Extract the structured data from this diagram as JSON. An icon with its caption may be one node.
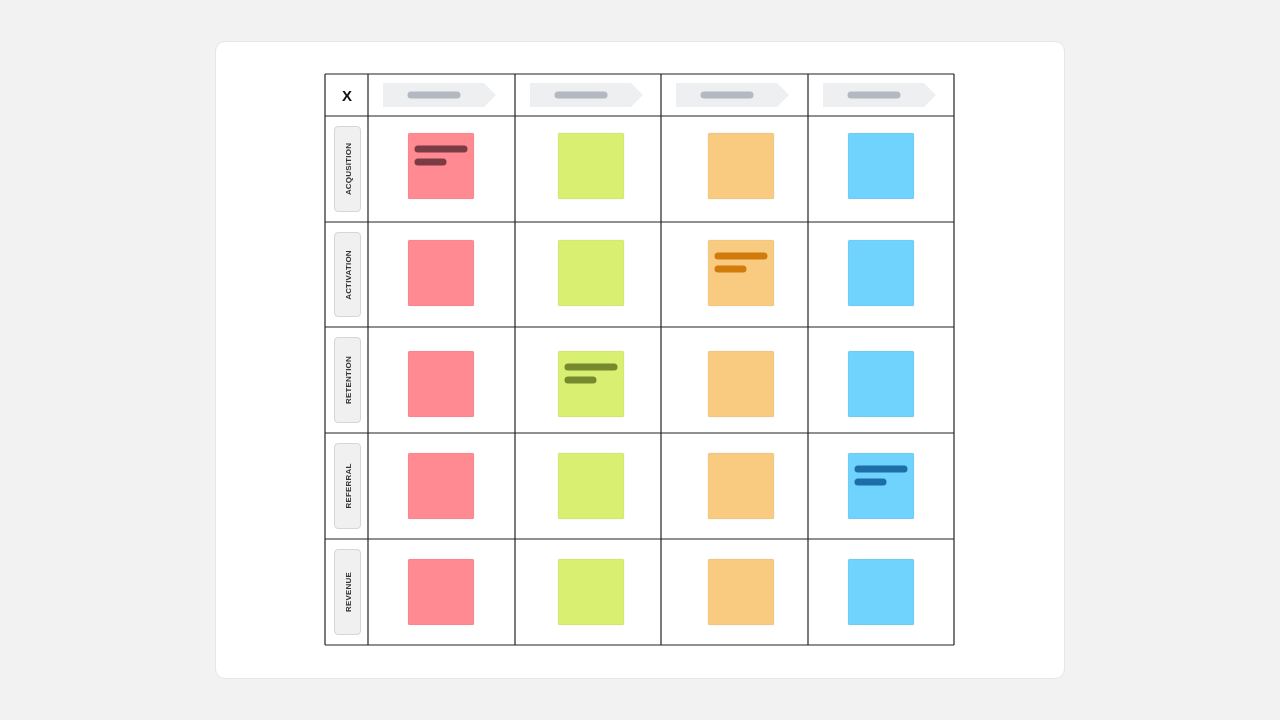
{
  "diagram": {
    "nodes": [
      {
        "text": [
          "ACQUSITION"
        ]
      },
      {
        "text": [
          "ACTIVATION"
        ]
      },
      {
        "text": [
          "RETENTION"
        ]
      },
      {
        "text": [
          "REFERRAL"
        ]
      },
      {
        "text": [
          "REVENUE"
        ]
      }
    ],
    "edges": [],
    "labels": [
      "X"
    ]
  }
}
